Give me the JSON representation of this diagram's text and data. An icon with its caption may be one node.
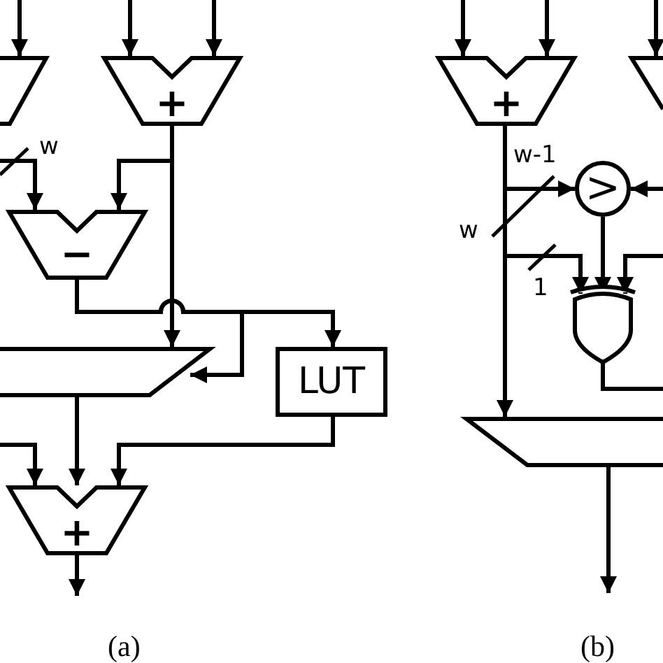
{
  "diagram": {
    "nodes": [
      {
        "text": [],
        "shape": "trapezoid"
      },
      {
        "text": [
          "+"
        ]
      },
      {
        "text": [
          "−"
        ]
      },
      {
        "text": [],
        "shape": "trapezoid"
      },
      {
        "text": [
          "LUT"
        ]
      },
      {
        "text": [
          "+"
        ]
      },
      {
        "text": [
          "+"
        ]
      },
      {
        "text": [],
        "shape": "trapezoid"
      },
      {
        "text": [
          ">"
        ]
      },
      {
        "text": [],
        "shape": "gate"
      },
      {
        "text": [],
        "shape": "trapezoid"
      }
    ],
    "edges": [
      {
        "from": null,
        "to": 0,
        "arrow": "to"
      },
      {
        "from": null,
        "to": 1,
        "arrow": "to"
      },
      {
        "from": null,
        "to": 1,
        "arrow": "to"
      },
      {
        "from": null,
        "to": 2,
        "arrow": "to"
      },
      {
        "from": 1,
        "to": 3,
        "arrow": "to"
      },
      {
        "from": 1,
        "to": 2,
        "arrow": "to"
      },
      {
        "from": 2,
        "to": 4,
        "arrow": "to"
      },
      {
        "from": 2,
        "to": 3,
        "arrow": "to"
      },
      {
        "from": 3,
        "to": 5,
        "arrow": "to"
      },
      {
        "from": null,
        "to": 5,
        "arrow": "to"
      },
      {
        "from": 4,
        "to": 5,
        "arrow": "to"
      },
      {
        "from": 5,
        "to": null,
        "arrow": "to"
      },
      {
        "from": null,
        "to": 6,
        "arrow": "to"
      },
      {
        "from": null,
        "to": 6,
        "arrow": "to"
      },
      {
        "from": null,
        "to": 7,
        "arrow": "to"
      },
      {
        "from": 6,
        "to": 10,
        "arrow": "to"
      },
      {
        "from": 6,
        "to": 8,
        "arrow": "to"
      },
      {
        "from": null,
        "to": 8,
        "arrow": "to"
      },
      {
        "from": 6,
        "to": 9,
        "arrow": "to"
      },
      {
        "from": 8,
        "to": 9,
        "arrow": "to"
      },
      {
        "from": null,
        "to": 9,
        "arrow": "to"
      },
      {
        "from": 9,
        "to": null,
        "arrow": "none"
      },
      {
        "from": 10,
        "to": null,
        "arrow": "to"
      }
    ],
    "labels": [
      "w",
      "w-1",
      "w",
      "1",
      "(a)",
      "(b)"
    ]
  }
}
